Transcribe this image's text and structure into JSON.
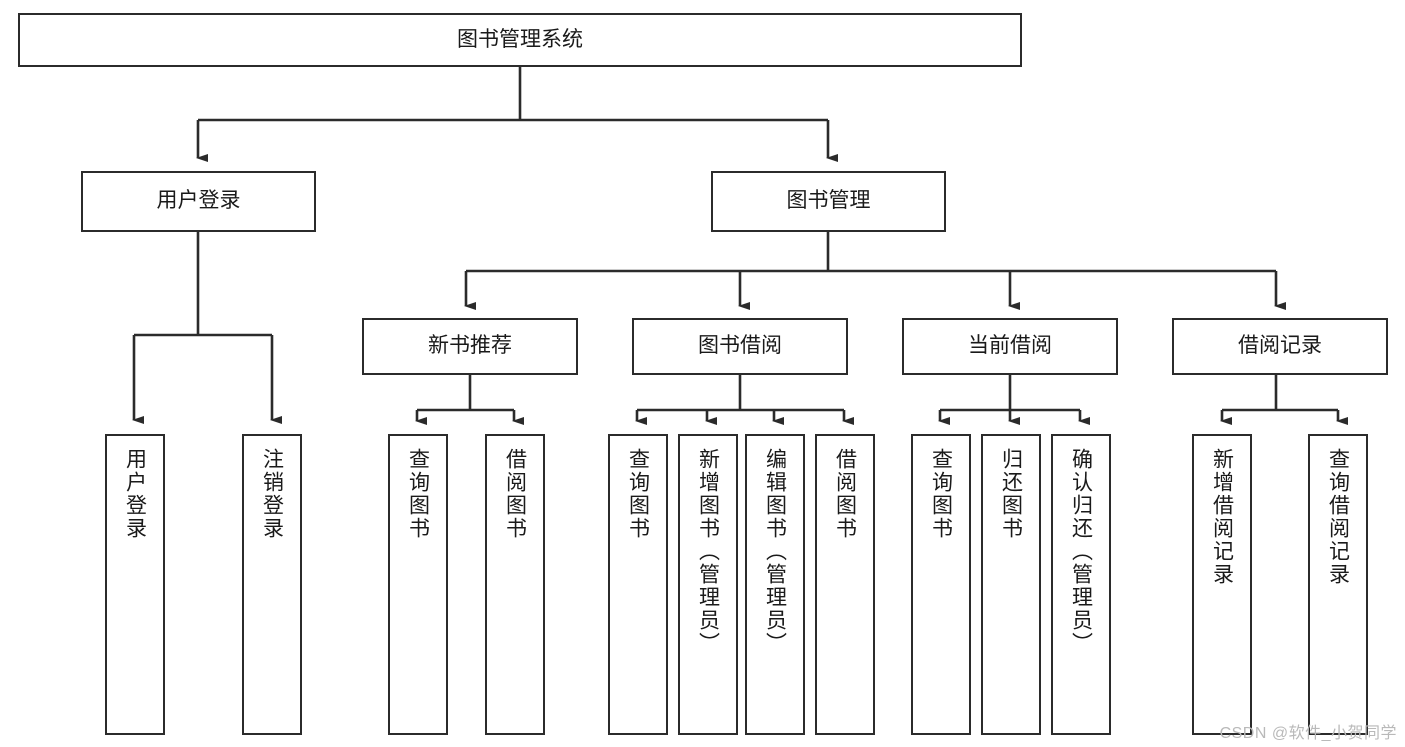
{
  "diagram": {
    "type": "tree-hierarchy",
    "title": "图书管理系统",
    "watermark": "CSDN @软件_小贺同学",
    "colors": {
      "node_border": "#2b2b2b",
      "node_fill": "#ffffff",
      "edge": "#2b2b2b",
      "text": "#1a1a1a",
      "watermark": "#b9b9b9"
    },
    "levels": {
      "root": {
        "label": "图书管理系统"
      },
      "level2": [
        {
          "label": "用户登录"
        },
        {
          "label": "图书管理"
        }
      ],
      "level3": [
        {
          "label": "新书推荐"
        },
        {
          "label": "图书借阅"
        },
        {
          "label": "当前借阅"
        },
        {
          "label": "借阅记录"
        }
      ],
      "leaves": {
        "user_login": [
          {
            "label": "用户登录"
          },
          {
            "label": "注销登录"
          }
        ],
        "new_book": [
          {
            "label": "查询图书"
          },
          {
            "label": "借阅图书"
          }
        ],
        "book_borrow": [
          {
            "label": "查询图书"
          },
          {
            "label": "新增图书（管理员）"
          },
          {
            "label": "编辑图书（管理员）"
          },
          {
            "label": "借阅图书"
          }
        ],
        "current_borrow": [
          {
            "label": "查询图书"
          },
          {
            "label": "归还图书"
          },
          {
            "label": "确认归还（管理员）"
          }
        ],
        "borrow_record": [
          {
            "label": "新增借阅记录"
          },
          {
            "label": "查询借阅记录"
          }
        ]
      }
    }
  }
}
